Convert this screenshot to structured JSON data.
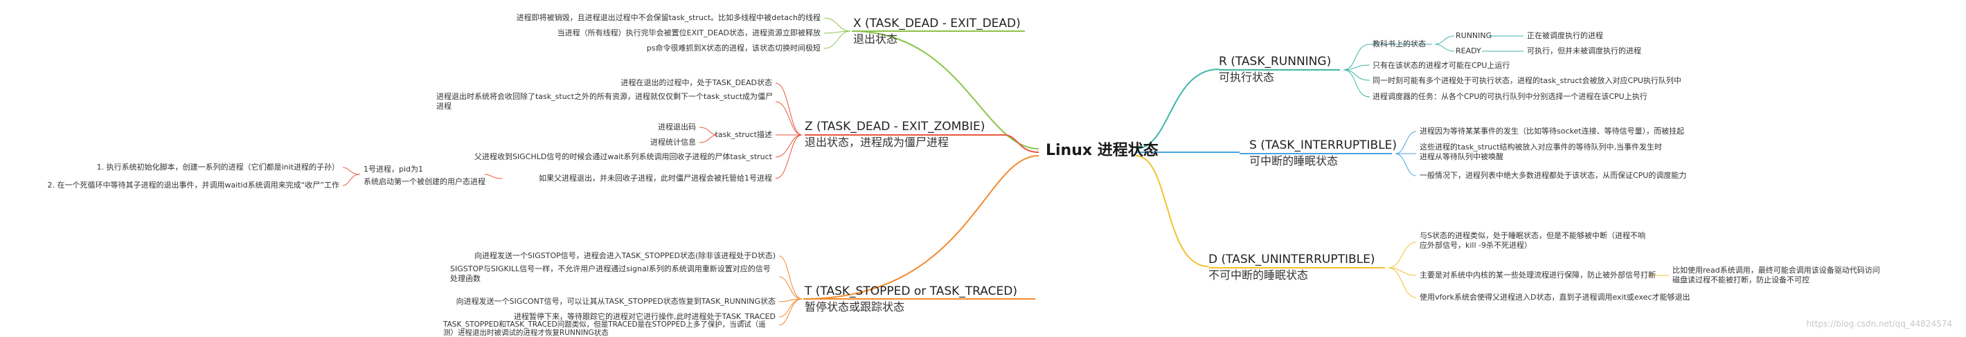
{
  "central": "Linux 进程状态",
  "right": {
    "running": {
      "title": "R (TASK_RUNNING)",
      "subtitle": "可执行状态",
      "textbook": "教科书上的状态",
      "running_label": "RUNNING",
      "running_desc": "正在被调度执行的进程",
      "ready_label": "READY",
      "ready_desc": "可执行，但并未被调度执行的进程",
      "n1": "只有在该状态的进程才可能在CPU上运行",
      "n2": "同一时刻可能有多个进程处于可执行状态，进程的task_struct会被放入对应CPU执行队列中",
      "n3": "进程调度器的任务：从各个CPU的可执行队列中分别选择一个进程在该CPU上执行"
    },
    "interruptible": {
      "title": "S (TASK_INTERRUPTIBLE)",
      "subtitle": "可中断的睡眠状态",
      "n1": "进程因为等待某某事件的发生（比如等待socket连接、等待信号量），而被挂起",
      "n2": "这些进程的task_struct结构被放入对应事件的等待队列中,当事件发生时进程从等待队列中被唤醒",
      "n3": "一般情况下，进程列表中绝大多数进程都处于该状态，从而保证CPU的调度能力"
    },
    "uninterruptible": {
      "title": "D (TASK_UNINTERRUPTIBLE)",
      "subtitle": "不可中断的睡眠状态",
      "n1": "与S状态的进程类似，处于睡眠状态，但是不能够被中断（进程不响应外部信号，kill -9杀不死进程）",
      "n2": "主要是对系统中内核的某一些处理流程进行保障，防止被外部信号打断",
      "n2_detail": "比如使用read系统调用，最终可能会调用该设备驱动代码访问磁盘读过程不能被打断，防止设备不可控",
      "n3": "使用vfork系统会使得父进程进入D状态，直到子进程调用exit或exec才能够退出"
    }
  },
  "left": {
    "dead": {
      "title": "X (TASK_DEAD - EXIT_DEAD)",
      "subtitle": "退出状态",
      "n1": "进程即将被销毁，且进程退出过程中不会保留task_struct。比如多线程中被detach的线程",
      "n2": "当进程（所有线程）执行完毕会被置位EXIT_DEAD状态，进程资源立即被释放",
      "n3": "ps命令很难抓到X状态的进程，该状态切换时间极短"
    },
    "zombie": {
      "title": "Z (TASK_DEAD - EXIT_ZOMBIE)",
      "subtitle": "退出状态，进程成为僵尸进程",
      "n1": "进程在退出的过程中，处于TASK_DEAD状态",
      "n2": "进程退出时系统将会收回除了task_stuct之外的所有资源，进程就仅仅剩下一个task_stuct成为僵尸进程",
      "ts": "task_struct描述",
      "ts1": "进程退出码",
      "ts2": "进程统计信息",
      "n3": "父进程收到SIGCHLD信号的时候会通过wait系列系统调用回收子进程的尸体task_struct",
      "n4": "如果父进程退出，并未回收子进程，此时僵尸进程会被托管给1号进程",
      "init": "1号进程，pid为1",
      "init_sub": "系统启动第一个被创建的用户态进程",
      "init1": "1. 执行系统初始化脚本，创建一系列的进程（它们都是init进程的子孙）",
      "init2": "2. 在一个死循环中等待其子进程的退出事件，并调用waitid系统调用来完成“收尸”工作"
    },
    "stopped": {
      "title": "T (TASK_STOPPED or TASK_TRACED)",
      "subtitle": "暂停状态或跟踪状态",
      "n1": "向进程发送一个SIGSTOP信号，进程会进入TASK_STOPPED状态(除非该进程处于D状态)",
      "n2": "SIGSTOP与SIGKILL信号一样，不允许用户进程通过signal系列的系统调用重新设置对应的信号处理函数",
      "n3": "向进程发送一个SIGCONT信号，可以让其从TASK_STOPPED状态恢复到TASK_RUNNING状态",
      "n4": "进程暂停下来，等待跟踪它的进程对它进行操作,此时进程处于TASK_TRACED",
      "n5": "TASK_STOPPED和TASK_TRACED问题类似，但是TRACED是在STOPPED上多了保护，当调试（遥测）进程退出时被调试的进程才恢复RUNNING状态"
    }
  },
  "watermark": "https://blog.csdn.net/qq_44824574"
}
